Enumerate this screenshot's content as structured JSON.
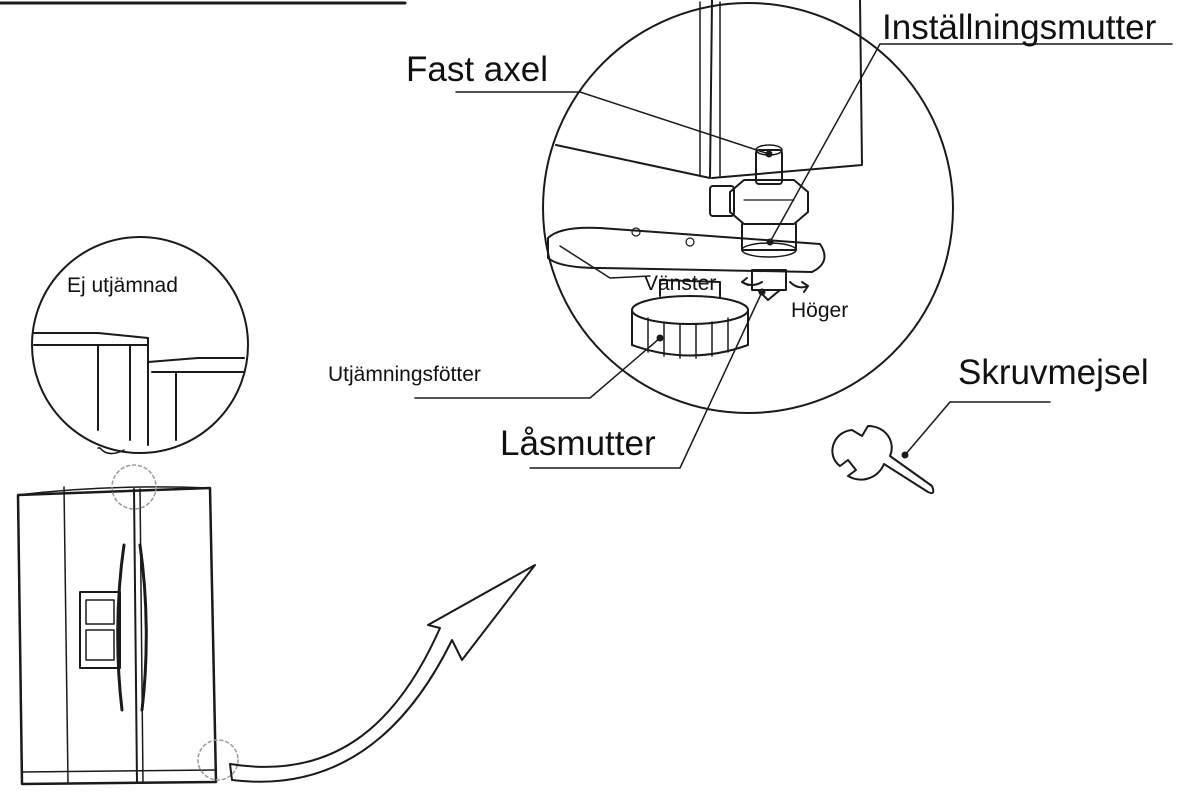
{
  "labels": {
    "fast_axel": "Fast axel",
    "installningsmutter": "Inställningsmutter",
    "vanster": "Vänster",
    "hoger": "Höger",
    "utjamningsfotter": "Utjämningsfötter",
    "lasmutter": "Låsmutter",
    "skruvmejsel": "Skruvmejsel",
    "ej_utjamnad": "Ej utjämnad"
  },
  "colors": {
    "line": "#1a1a1a",
    "background": "#ffffff",
    "dotted_circle": "#9a9a9a"
  }
}
